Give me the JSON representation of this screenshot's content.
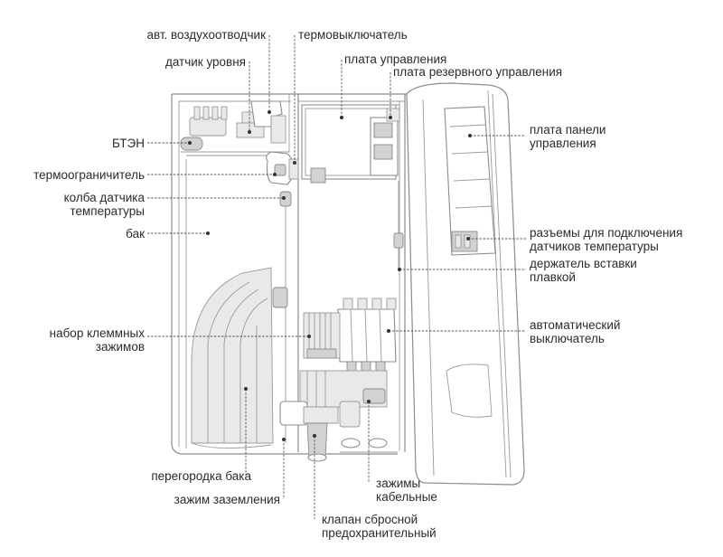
{
  "labels": {
    "air_vent": "авт. воздухоотводчик",
    "level_sensor": "датчик уровня",
    "heater": "БТЭН",
    "thermo_limiter": "термоограничитель",
    "sensor_bulb": [
      "колба датчика",
      "температуры"
    ],
    "tank": "бак",
    "terminal_set": [
      "набор клеммных",
      "зажимов"
    ],
    "tank_partition": "перегородка бака",
    "ground_clamp": "зажим заземления",
    "thermo_switch": "термовыключатель",
    "control_board": "плата управления",
    "backup_board": "плата резервного управления",
    "panel_board": [
      "плата панели",
      "управления"
    ],
    "sensor_connectors": [
      "разъемы для подключения",
      "датчиков температуры"
    ],
    "fuse_holder": [
      "держатель вставки",
      "плавкой"
    ],
    "circuit_breaker": [
      "автоматический",
      "выключатель"
    ],
    "cable_clamps": [
      "зажимы",
      "кабельные"
    ],
    "relief_valve": [
      "клапан сбросной",
      "предохранительный"
    ]
  }
}
